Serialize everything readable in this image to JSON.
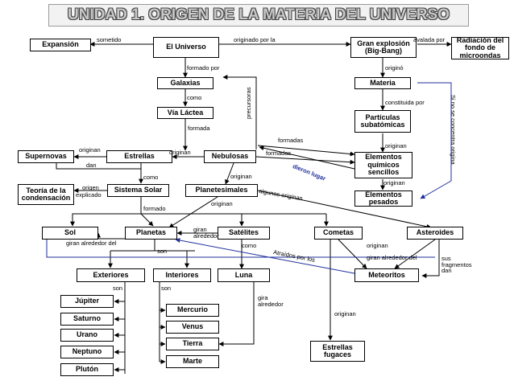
{
  "title": "UNIDAD 1. ORIGEN DE LA MATERIA DEL UNIVERSO",
  "nodes": {
    "expansion": "Expansión",
    "universo": "El Universo",
    "big_bang": "Gran explosión (Big-Bang)",
    "radiacion": "Radiación del fondo de microondas",
    "galaxias": "Galaxias",
    "materia": "Materia",
    "via_lactea": "Vía Láctea",
    "particulas": "Partículas subatómicas",
    "supernovas": "Supernovas",
    "estrellas": "Estrellas",
    "nebulosas": "Nebulosas",
    "elementos_quimicos": "Elementos químicos sencillos",
    "teoria": "Teoría de la condensación",
    "sistema_solar": "Sistema Solar",
    "planetesimales": "Planetesimales",
    "elementos_pesados": "Elementos pesados",
    "sol": "Sol",
    "planetas": "Planetas",
    "satelites": "Satélites",
    "cometas": "Cometas",
    "asteroides": "Asteroides",
    "exteriores": "Exteriores",
    "interiores": "Interiores",
    "luna": "Luna",
    "meteoritos": "Meteoritos",
    "jupiter": "Júpiter",
    "saturno": "Saturno",
    "urano": "Urano",
    "neptuno": "Neptuno",
    "pluton": "Plutón",
    "mercurio": "Mercurio",
    "venus": "Venus",
    "tierra": "Tierra",
    "marte": "Marte",
    "estrellas_fugaces": "Estrellas fugaces"
  },
  "labels": {
    "sometido": "sometido",
    "originado_por_la": "originado por la",
    "avalada_por": "avalada por",
    "formado_por": "formado por",
    "origino": "originó",
    "como_1": "como",
    "constituida_por": "constituida por",
    "formada": "formada",
    "precursoras": "precursoras",
    "si_no_se_concentra": "Si no se concentra origina",
    "formadas_1": "formadas",
    "formadas_2": "formadas",
    "originan_1": "originan",
    "originan_2": "originan",
    "originan_3": "originan",
    "dan_1": "dan",
    "dieron_lugar": "dieron lugar",
    "como_2": "como",
    "originan_4": "originan",
    "originan_5": "originan",
    "origen": "origen",
    "explicado": "explicado",
    "algunos_originan": "algunos originan",
    "originan_6": "originan",
    "formado": "formado",
    "giran_alrededor_1": "giran alrededor",
    "giran_alrededor_del_1": "giran alrededor del",
    "como_3": "como",
    "son_1": "son",
    "originan_7": "originan",
    "atraidos_por_los": "Atraídos por los",
    "giran_alrededor_del_2": "giran alrededor del",
    "sus_fragmentos_dan": "sus fragmentos dan",
    "son_2": "son",
    "son_3": "son",
    "gira_alrededor": "gira alrededor",
    "originan_8": "originan"
  }
}
